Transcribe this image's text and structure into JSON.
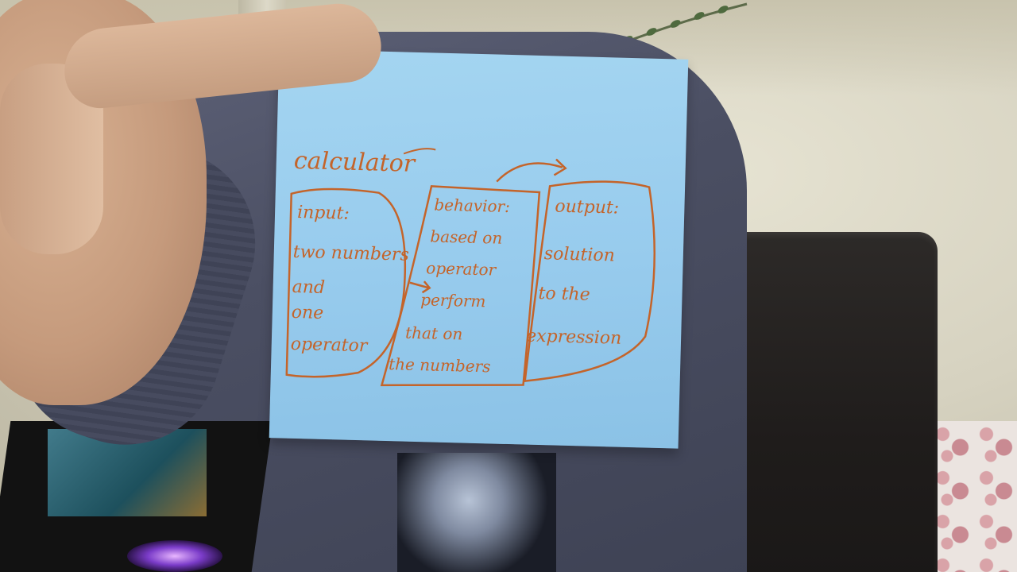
{
  "note": {
    "title": "calculator",
    "box_input": [
      "input:",
      "two numbers",
      "and",
      "one",
      "operator"
    ],
    "box_behavior": [
      "behavior:",
      "based on",
      "operator",
      "perform",
      "that on",
      "the numbers"
    ],
    "box_output": [
      "output:",
      "solution",
      "to the",
      "expression"
    ]
  },
  "colors": {
    "note": "#9ccff0",
    "ink": "#c4642a",
    "hoodie": "#4b4f63",
    "chair": "#1f1c1b"
  }
}
